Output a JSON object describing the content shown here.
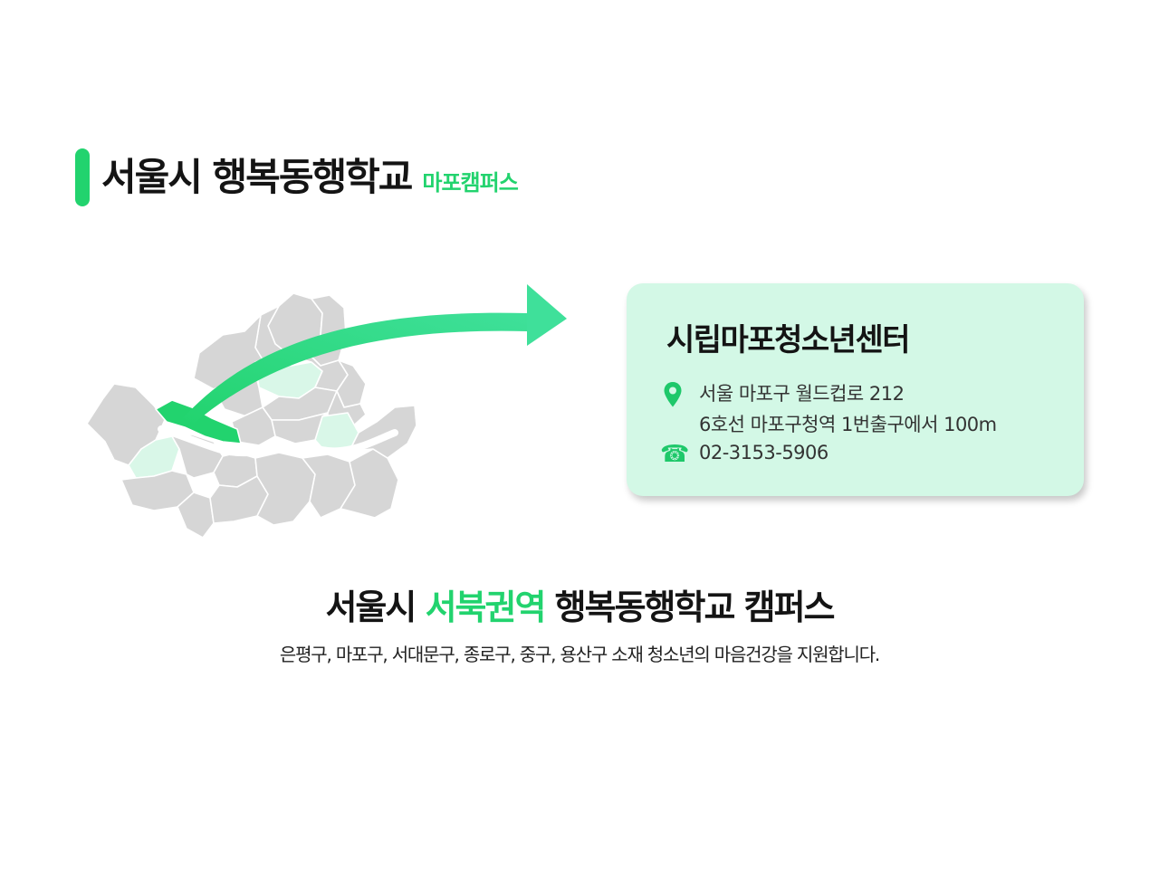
{
  "header": {
    "title": "서울시 행복동행학교",
    "subtitle": "마포캠퍼스"
  },
  "map": {
    "icon": "seoul-district-map",
    "highlight_color": "#22d36e",
    "light_color": "#d9f7e8",
    "base_color": "#d6d6d6"
  },
  "card": {
    "title": "시립마포청소년센터",
    "address_line1": "서울 마포구 월드컵로 212",
    "address_line2": "6호선 마포구청역 1번출구에서 100m",
    "phone": "02-3153-5906",
    "pin_icon": "map-pin-icon",
    "phone_icon": "phone-icon"
  },
  "footer": {
    "headline_pre": "서울시 ",
    "headline_highlight": "서북권역",
    "headline_post": " 행복동행학교 캠퍼스",
    "description": "은평구, 마포구, 서대문구, 종로구, 중구, 용산구 소재 청소년의 마음건강을 지원합니다."
  },
  "colors": {
    "accent": "#22d36e",
    "card_bg": "#d3f8e6"
  }
}
